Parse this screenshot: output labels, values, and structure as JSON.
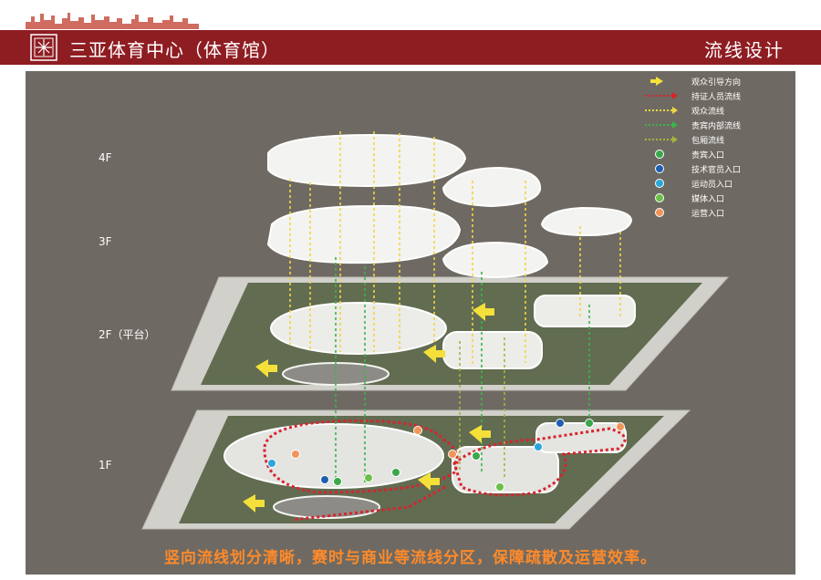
{
  "header": {
    "title": "三亚体育中心（体育馆）",
    "section": "流线设计",
    "bar_color": "#8e1d22"
  },
  "floors": [
    {
      "label": "4F"
    },
    {
      "label": "3F"
    },
    {
      "label": "2F（平台）"
    },
    {
      "label": "1F"
    }
  ],
  "legend": [
    {
      "symbol": "yellow-arrow",
      "label": "观众引导方向",
      "color": "#f5e03a"
    },
    {
      "symbol": "red-dotted-arrow",
      "label": "持证人员流线",
      "color": "#d9232e"
    },
    {
      "symbol": "yellow-dotted-arrow",
      "label": "观众流线",
      "color": "#f2d640"
    },
    {
      "symbol": "green-dotted-arrow",
      "label": "贵宾内部流线",
      "color": "#3cb44b"
    },
    {
      "symbol": "olive-dotted-arrow",
      "label": "包厢流线",
      "color": "#a7b43a"
    },
    {
      "symbol": "green-dot",
      "label": "贵宾入口",
      "color": "#3aa84a"
    },
    {
      "symbol": "blue-dot",
      "label": "技术官员入口",
      "color": "#1f5fb0"
    },
    {
      "symbol": "cyan-dot",
      "label": "运动员入口",
      "color": "#2aa6dc"
    },
    {
      "symbol": "lime-dot",
      "label": "媒体入口",
      "color": "#6cc04a"
    },
    {
      "symbol": "orange-dot",
      "label": "运营入口",
      "color": "#f0955a"
    }
  ],
  "caption": "竖向流线划分清晰，赛时与商业等流线分区，保障疏散及运营效率。",
  "colors": {
    "background": "#6e6a63",
    "caption": "#ff8a2a"
  }
}
